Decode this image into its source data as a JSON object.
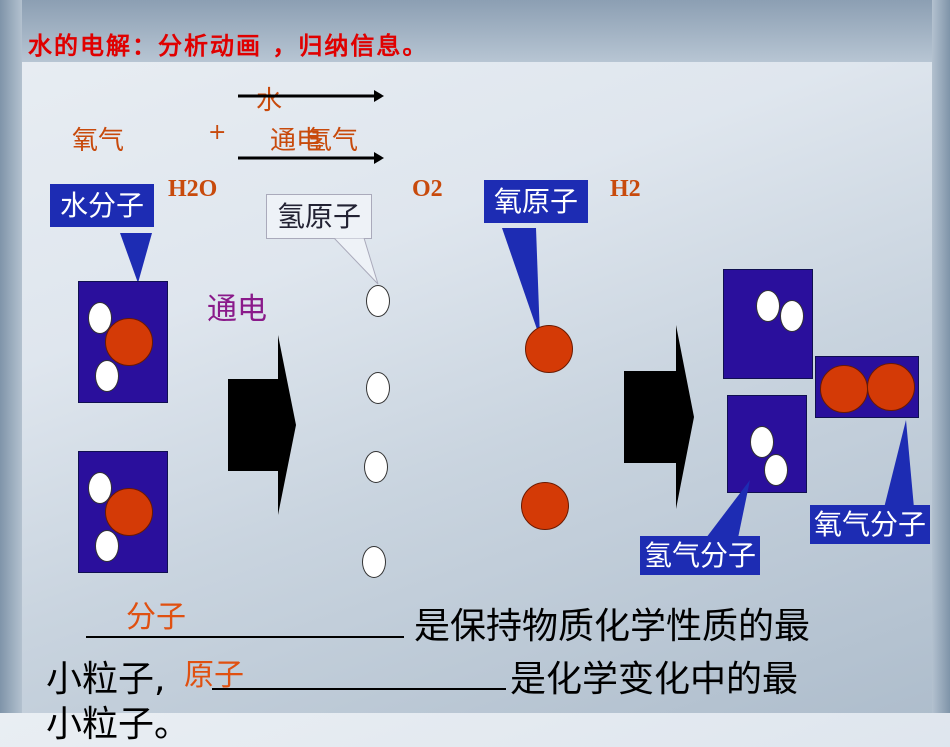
{
  "title": "水的电解：分析动画 ，归纳信息。",
  "equation": {
    "top_word": "水",
    "left": "氧气",
    "plus": "+",
    "overlap_a": "通电",
    "overlap_b": "氢气"
  },
  "formulas": {
    "water": "H2O",
    "oxygen": "O2",
    "hydrogen": "H2"
  },
  "callouts": {
    "water_molecule": "水分子",
    "hydrogen_atom": "氢原子",
    "oxygen_atom": "氧原子",
    "hydrogen_molecule": "氢气分子",
    "oxygen_molecule": "氧气分子"
  },
  "process_label": "通电",
  "bottom": {
    "answer1": "分子",
    "line1_text": "是保持物质化学性质的最",
    "line2_prefix": "小粒子,",
    "answer2": "原子",
    "line2_text": "是化学变化中的最",
    "line3_text": "小粒子。"
  },
  "colors": {
    "callout_blue": "#1d2cb3",
    "oxygen_red": "#d43a06",
    "molecule_box": "#2a0f9c"
  }
}
